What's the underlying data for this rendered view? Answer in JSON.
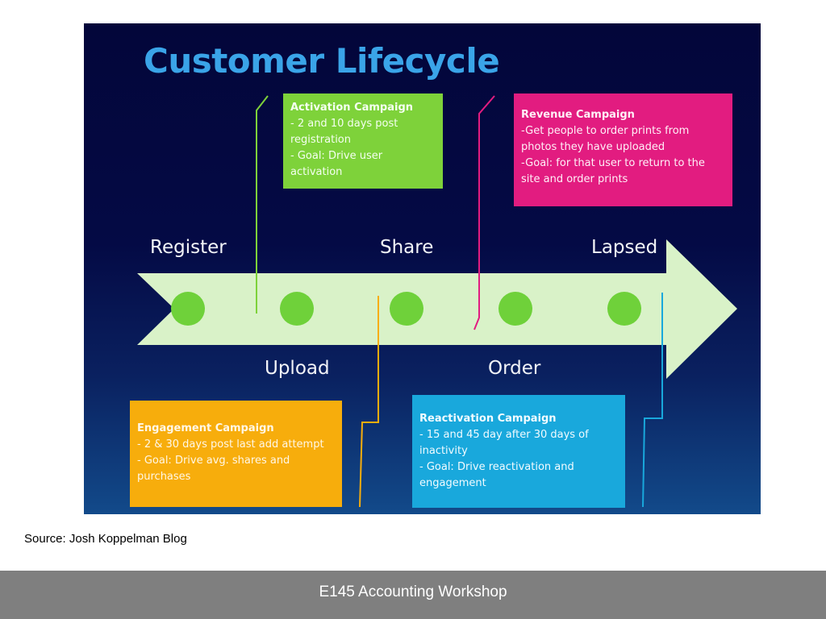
{
  "diagram": {
    "title": "Customer Lifecycle",
    "stages_top": [
      "Register",
      "Share",
      "Lapsed"
    ],
    "stages_bottom": [
      "Upload",
      "Order"
    ],
    "campaigns": {
      "activation": {
        "title": "Activation Campaign",
        "lines": [
          "- 2 and 10 days post",
          "registration",
          "- Goal: Drive user",
          "activation"
        ],
        "color": "#7ed23a"
      },
      "revenue": {
        "title": "Revenue Campaign",
        "lines": [
          "-Get people to order prints from",
          "photos they have uploaded",
          "-Goal: for that user to return to the",
          "site and order prints"
        ],
        "color": "#e21c80"
      },
      "engagement": {
        "title": "Engagement Campaign",
        "lines": [
          "- 2 & 30 days post last add attempt",
          "- Goal: Drive avg. shares and",
          "purchases"
        ],
        "color": "#f7ad0c"
      },
      "reactivation": {
        "title": "Reactivation Campaign",
        "lines": [
          "- 15 and 45 day after 30 days of",
          "inactivity",
          "- Goal: Drive reactivation and",
          "engagement"
        ],
        "color": "#19a8dc"
      }
    },
    "arrow_color": "#d9f2c8",
    "dot_color": "#6fd13a"
  },
  "caption": "Source: Josh Koppelman Blog",
  "footer": {
    "text": "E145 Accounting Workshop",
    "background": "#7f7f7f"
  }
}
